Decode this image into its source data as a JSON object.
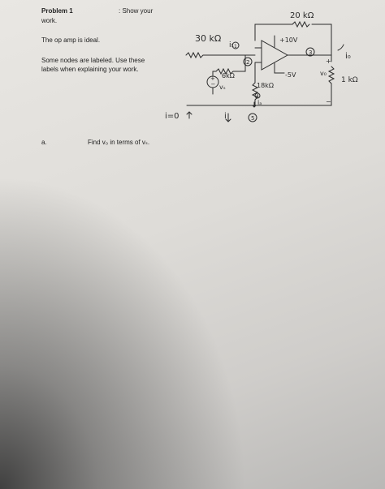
{
  "problem": {
    "title": "Problem 1",
    "show_work_line1": ": Show your",
    "show_work_line2": "work."
  },
  "statement": "The op amp is ideal.",
  "nodes_note_line1": "Some nodes are labeled. Use these",
  "nodes_note_line2": "labels when explaining your work.",
  "part_a": {
    "letter": "a.",
    "prompt": "Find v₀ in terms of vₛ."
  },
  "circuit": {
    "r_30k": "30 kΩ",
    "r_20k": "20 kΩ",
    "r_6k": "6kΩ",
    "r_18k": "18kΩ",
    "r_1k": "1 kΩ",
    "supply_pos": "+10V",
    "supply_neg": "-5V",
    "current_i1": "i₁",
    "current_i": "i",
    "current_io": "i₀",
    "current_ia": "iₐ",
    "current_zero": "i=0",
    "node_1": "1",
    "node_2": "2",
    "node_3": "3",
    "node_4": "4",
    "node_5": "5",
    "source_label": "vₛ",
    "source_plus": "+",
    "source_minus": "−",
    "out_label": "v₀",
    "out_plus": "+",
    "out_minus": "−"
  }
}
